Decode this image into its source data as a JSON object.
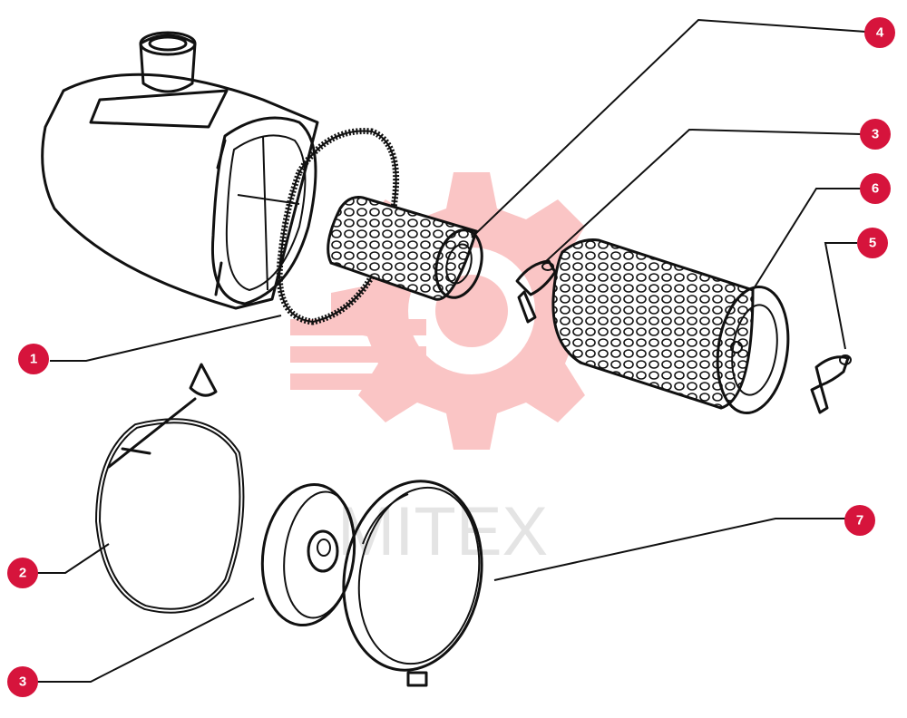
{
  "watermark": {
    "text": "MITEX",
    "color": "#f25c5c"
  },
  "accent_color": "#d6143c",
  "callouts": [
    {
      "id": "c1",
      "label": "1"
    },
    {
      "id": "c2",
      "label": "2"
    },
    {
      "id": "c3a",
      "label": "3"
    },
    {
      "id": "c3b",
      "label": "3"
    },
    {
      "id": "c4",
      "label": "4"
    },
    {
      "id": "c5",
      "label": "5"
    },
    {
      "id": "c6",
      "label": "6"
    },
    {
      "id": "c7",
      "label": "7"
    }
  ],
  "parts": [
    {
      "name": "air-filter-housing-icon"
    },
    {
      "name": "clamp-band-icon"
    },
    {
      "name": "seal-ring-icon"
    },
    {
      "name": "inner-safety-filter-icon"
    },
    {
      "name": "wing-nut-icon"
    },
    {
      "name": "main-filter-element-icon"
    },
    {
      "name": "end-cover-icon"
    }
  ]
}
